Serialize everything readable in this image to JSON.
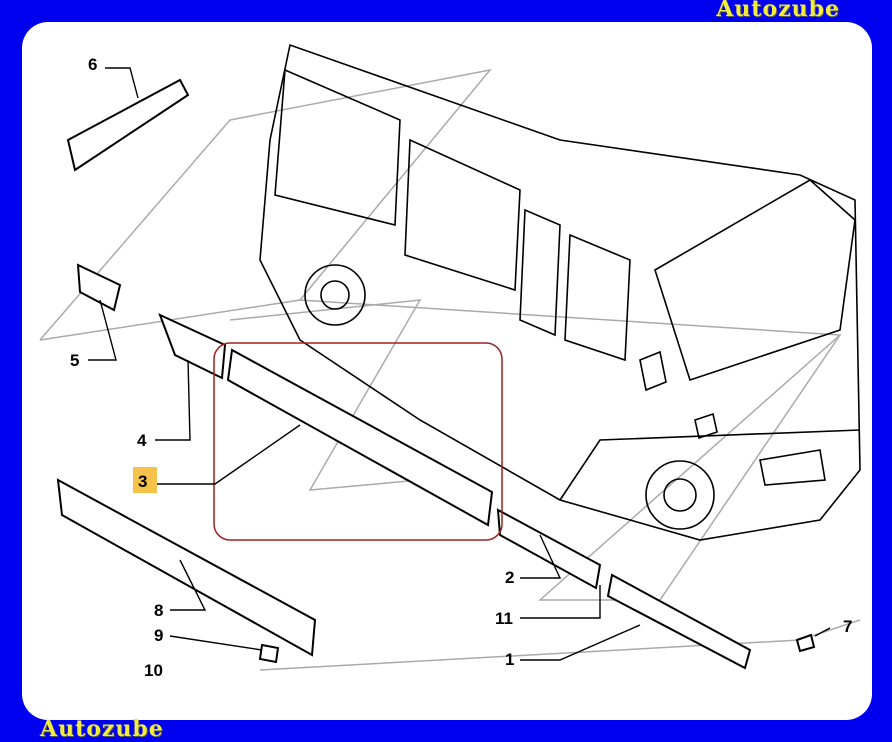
{
  "brand": {
    "top": "Autozube",
    "bottom": "Autozube"
  },
  "callouts": {
    "c6": "6",
    "c5": "5",
    "c4": "4",
    "c3": "3",
    "c8": "8",
    "c9": "9",
    "c10": "10",
    "c2": "2",
    "c11": "11",
    "c1": "1",
    "c7": "7"
  },
  "colors": {
    "background": "#0000f0",
    "brand": "#f2ec3c",
    "highlight": "#f5c24a",
    "selection": "#a02020"
  },
  "highlighted_part": "3"
}
